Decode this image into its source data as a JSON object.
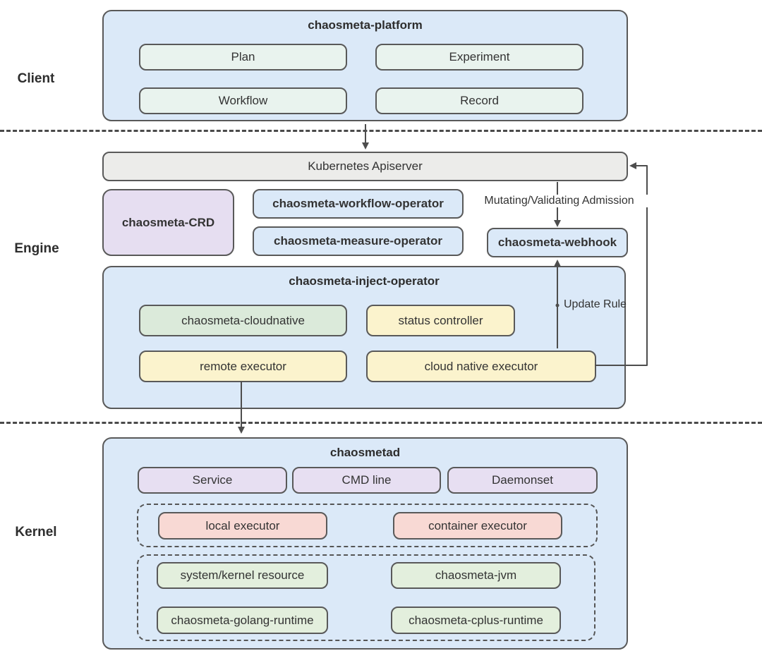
{
  "layers": {
    "client": "Client",
    "engine": "Engine",
    "kernel": "Kernel"
  },
  "platform": {
    "title": "chaosmeta-platform",
    "items": [
      "Plan",
      "Experiment",
      "Workflow",
      "Record"
    ]
  },
  "engine": {
    "apiserver": "Kubernetes Apiserver",
    "crd": "chaosmeta-CRD",
    "workflow_operator": "chaosmeta-workflow-operator",
    "measure_operator": "chaosmeta-measure-operator",
    "webhook": "chaosmeta-webhook",
    "inject_operator": {
      "title": "chaosmeta-inject-operator",
      "cloudnative": "chaosmeta-cloudnative",
      "status_controller": "status controller",
      "remote_executor": "remote executor",
      "cloud_native_executor": "cloud native executor"
    },
    "edge_labels": {
      "admission": "Mutating/Validating Admission",
      "update_rule": "Update Rule"
    }
  },
  "kernel": {
    "title": "chaosmetad",
    "interfaces": [
      "Service",
      "CMD line",
      "Daemonset"
    ],
    "executors": [
      "local executor",
      "container executor"
    ],
    "runtimes": [
      "system/kernel resource",
      "chaosmeta-jvm",
      "chaosmeta-golang-runtime",
      "chaosmeta-cplus-runtime"
    ]
  },
  "edges": [
    {
      "from": "chaosmeta-platform",
      "to": "Kubernetes Apiserver",
      "label": ""
    },
    {
      "from": "Kubernetes Apiserver",
      "to": "chaosmeta-webhook",
      "label": "Mutating/Validating Admission"
    },
    {
      "from": "cloud native executor",
      "to": "chaosmeta-webhook",
      "label": "Update Rule"
    },
    {
      "from": "cloud native executor",
      "to": "Kubernetes Apiserver",
      "label": ""
    },
    {
      "from": "remote executor",
      "to": "chaosmetad",
      "label": ""
    }
  ],
  "colors": {
    "container_blue": "#dbe9f8",
    "apiserver_gray": "#ececea",
    "crd_lavender": "#e6def1",
    "kernel_lavender": "#e7dff2",
    "platform_item_mint": "#e9f3ee",
    "green": "#dbeada",
    "kernel_green": "#e3efdd",
    "yellow": "#fbf3cd",
    "pink": "#f8d9d4",
    "line": "#4d4d4d",
    "border": "#595959"
  }
}
